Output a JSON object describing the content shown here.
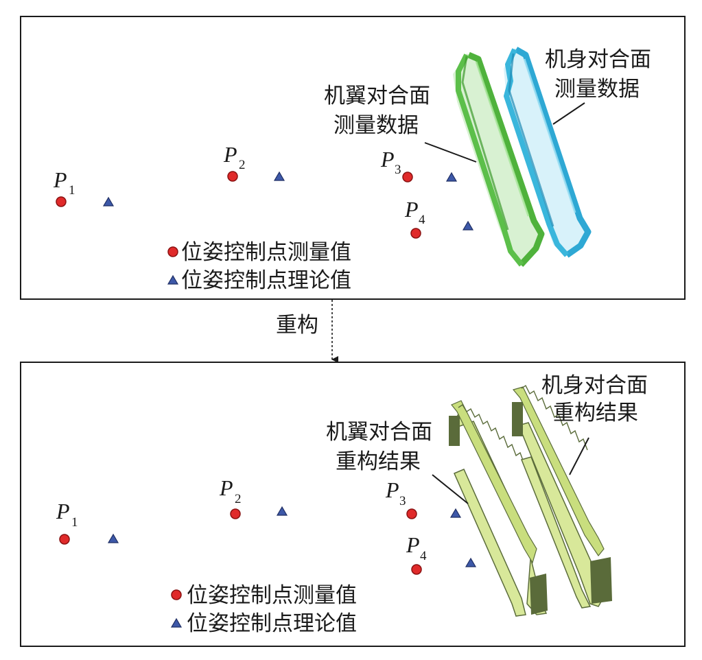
{
  "top_panel": {
    "points": [
      {
        "label": "P",
        "sub": "1"
      },
      {
        "label": "P",
        "sub": "2"
      },
      {
        "label": "P",
        "sub": "3"
      },
      {
        "label": "P",
        "sub": "4"
      }
    ],
    "wing_label": [
      "机翼对合面",
      "测量数据"
    ],
    "fuselage_label": [
      "机身对合面",
      "测量数据"
    ],
    "legend": {
      "measured": "位姿控制点测量值",
      "theoretical": "位姿控制点理论值"
    }
  },
  "arrow_label": "重构",
  "bottom_panel": {
    "points": [
      {
        "label": "P",
        "sub": "1"
      },
      {
        "label": "P",
        "sub": "2"
      },
      {
        "label": "P",
        "sub": "3"
      },
      {
        "label": "P",
        "sub": "4"
      }
    ],
    "wing_label": [
      "机翼对合面",
      "重构结果"
    ],
    "fuselage_label": [
      "机身对合面",
      "重构结果"
    ],
    "legend": {
      "measured": "位姿控制点测量值",
      "theoretical": "位姿控制点理论值"
    }
  },
  "colors": {
    "measured_point": "#e02a2a",
    "theoretical_point": "#3d58a8",
    "wing_scan": "#5cbf4a",
    "fuselage_scan": "#3ab6dc",
    "reconstruction_light": "#d8e89a",
    "reconstruction_dark": "#5a6b3a"
  }
}
